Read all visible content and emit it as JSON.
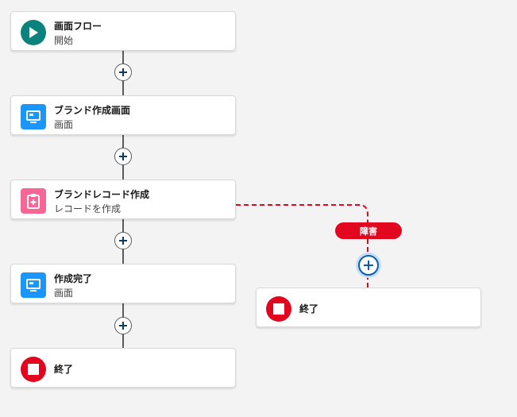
{
  "colors": {
    "start_icon": "#0b827c",
    "screen_icon": "#1b96ff",
    "record_create_icon": "#f96696",
    "end_icon": "#e3061f",
    "connector": "#5b5b5b",
    "fault_connector": "#e3061f",
    "fault_add_button": "#0b5cab"
  },
  "nodes": {
    "start": {
      "title": "画面フロー",
      "subtitle": "開始",
      "icon": "play-icon"
    },
    "brand_screen": {
      "title": "ブランド作成画面",
      "subtitle": "画面",
      "icon": "screen-icon"
    },
    "brand_record": {
      "title": "ブランドレコード作成",
      "subtitle": "レコードを作成",
      "icon": "clipboard-add-icon"
    },
    "complete_screen": {
      "title": "作成完了",
      "subtitle": "画面",
      "icon": "screen-icon"
    },
    "end_main": {
      "title": "終了",
      "icon": "stop-icon"
    },
    "end_fault": {
      "title": "終了",
      "icon": "stop-icon"
    }
  },
  "fault_label": "障害"
}
